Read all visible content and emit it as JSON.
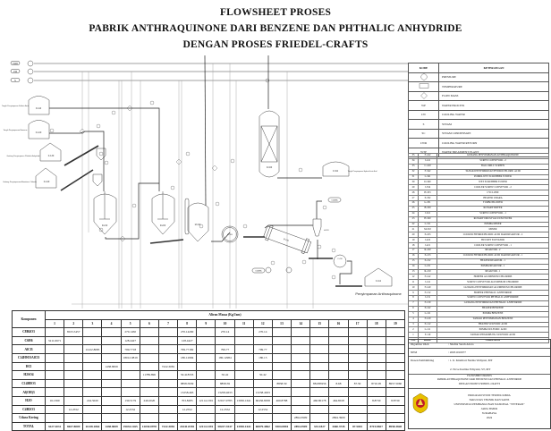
{
  "title": {
    "line1": "FLOWSHEET PROSES",
    "line2": "PABRIK ANTHRAQUINONE DARI BENZENE DAN PHTHALIC ANHYDRIDE",
    "line3": "DENGAN PROSES FRIEDEL-CRAFTS"
  },
  "utilities": [
    "CWR",
    "CW",
    "S"
  ],
  "diagram_labels": {
    "f110": "F-110",
    "f120": "F-120",
    "f130": "F-130",
    "f140": "F-140",
    "r210": "R-210",
    "r220": "R-220",
    "m310": "M-310",
    "d340": "D-340",
    "f342": "F-342",
    "h320": "H-320",
    "b330": "B-330",
    "h333": "H-333",
    "c410": "C-410",
    "f412": "F-412",
    "udara1": "UDARA",
    "udara2": "UDARA",
    "tank1_desc": "Tangki Penyimpanan Sulfuric Acid",
    "tank2_desc": "Tangki Penyimpanan Benzene",
    "gudang1_desc": "Gudang Penyimpanan Phthalic Anhydride",
    "gudang2_desc": "Gudang Penyimpanan Aluminium Chloride",
    "tank3_desc": "Tangki Penyimpanan Hydrochloric Acid",
    "gudang3_desc": "Penyimpanan Anthraquinone"
  },
  "legend": {
    "header": {
      "kode": "KODE",
      "keterangan": "KETERANGAN"
    },
    "rows": [
      {
        "kode": "",
        "symbol": "circle",
        "ket": "PRESSURE"
      },
      {
        "kode": "",
        "symbol": "rectangle",
        "ket": "TEMPERATURE"
      },
      {
        "kode": "",
        "symbol": "diamond",
        "ket": "FLOW MASS"
      },
      {
        "kode": "WP",
        "ket": "WATER PROCESS"
      },
      {
        "kode": "CW",
        "ket": "COOLING WATER"
      },
      {
        "kode": "S",
        "ket": "STEAM"
      },
      {
        "kode": "SC",
        "ket": "STEAM CONDENSATE"
      },
      {
        "kode": "CWR",
        "ket": "COOLING WATER RETURN"
      },
      {
        "kode": "WTP",
        "ket": "WATER TREATMENT PLANT"
      }
    ]
  },
  "equipment": {
    "rows": [
      [
        "35",
        "F-412",
        "GUDANG PENYIMPANAN ANTHRAQUINONE"
      ],
      [
        "34",
        "J-411",
        "SCREW CONVEYOR - 2"
      ],
      [
        "33",
        "C-410",
        "BALL MILL SCREEN"
      ],
      [
        "32",
        "F-342",
        "TANGKI PENYIMPANAN HYDROCHLORIC ACID"
      ],
      [
        "31",
        "L-341",
        "POMPA WET SCRUBBER TOWER"
      ],
      [
        "30",
        "D-340",
        "WET SCRUBBER TOWER"
      ],
      [
        "29",
        "J-334",
        "COOLER SCREW CONVEYOR - 2"
      ],
      [
        "28",
        "H-333",
        "CYCLONE"
      ],
      [
        "27",
        "E-332",
        "HEATER UDARA"
      ],
      [
        "26",
        "G-331",
        "TURBO BLOWER"
      ],
      [
        "25",
        "B-330",
        "ROTARY DRYER"
      ],
      [
        "24",
        "J-321",
        "SCREW CONVEYOR - 1"
      ],
      [
        "23",
        "H-320",
        "ROTARY DRUM VACUUM FILTER"
      ],
      [
        "22",
        "L-311",
        "POMPA MIXER"
      ],
      [
        "21",
        "M-310",
        "MIXER"
      ],
      [
        "20",
        "E-223",
        "COOLER HYDROCHLORIC ACID DARI REAKTOR - 2"
      ],
      [
        "19",
        "J-222",
        "BUCKET ELEVATOR"
      ],
      [
        "18",
        "J-221",
        "COOLER SCREW CONVEYOR - 1"
      ],
      [
        "17",
        "R-220",
        "REAKTOR - 2"
      ],
      [
        "16",
        "E-213",
        "COOLER HYDROCHLORIC ACID DARI REAKTOR - 1"
      ],
      [
        "15",
        "E-212",
        "HEATER REAKTOR - 1"
      ],
      [
        "14",
        "L-211",
        "POMPA REAKTOR - 1"
      ],
      [
        "13",
        "R-210",
        "REAKTOR - 1"
      ],
      [
        "12",
        "F-142",
        "HOPPER ALUMINIUM CHLORIDE"
      ],
      [
        "11",
        "J-141",
        "SCREW CONVEYOR ALUMINIUM CHLORIDE"
      ],
      [
        "10",
        "F-140",
        "GUDANG PENYIMPANAN ALUMINIUM CHLORIDE"
      ],
      [
        "9",
        "F-132",
        "HOPPER PHTHALIC ANHYDRIDE"
      ],
      [
        "8",
        "J-131",
        "SCREW CONVEYOR PHTHALIC ANHYDRIDE"
      ],
      [
        "7",
        "F-130",
        "GUDANG PENYIMPANAN PHTHALIC ANHYDRIDE"
      ],
      [
        "6",
        "E-122",
        "HEATER BENZENE"
      ],
      [
        "5",
        "L-121",
        "POMPA BENZENE"
      ],
      [
        "4",
        "F-120",
        "TANGKI PENYIMPANAN BENZENE"
      ],
      [
        "3",
        "E-112",
        "HEATER SULFURIC ACID"
      ],
      [
        "2",
        "L-111",
        "POMPA SULFURIC ACID"
      ],
      [
        "1",
        "F-110",
        "TANGKI PENAMPUNG SULFURIC ACID"
      ]
    ],
    "footer": [
      "NO.",
      "KODE",
      "NAMA ALAT"
    ]
  },
  "info": {
    "drawn_by_label": "Digambar Oleh",
    "drawn_by": ": Shafira Sarah Adora",
    "npm_label": "NPM",
    "npm": ": 20031010077",
    "advisor_label": "Dosen Pembimbing",
    "advisor1": ": 1. Ir. Kindriari Nurma Wahyusi, MT",
    "advisor2": "2. Nove Kartika Erliyanti, ST, MT",
    "doc1": "FLOWSHEET PROSES",
    "doc2": "PABRIK ANTHRAQUINONE DARI BENZENE DAN PHTHALIC ANHYDRIDE",
    "doc3": "DENGAN PROSES FRIEDEL-CRAFTS",
    "inst1": "PROGRAM STUDI TEKNIK KIMIA",
    "inst2": "FAKULTAS TEKNIK DAN SAINS",
    "inst3": "UNIVERSITAS PEMBANGUNAN NASIONAL \"VETERAN\"",
    "inst4": "JAWA TIMUR",
    "inst5": "SURABAYA",
    "inst6": "2024",
    "logo_colors": {
      "outer": "#e8c000",
      "inner": "#c0182a"
    }
  },
  "mass_table": {
    "komponen_label": "Komponen",
    "aliran_label": "Aliran Massa (Kg/Jam)",
    "streams": [
      "1",
      "2",
      "3",
      "4",
      "5",
      "6",
      "7",
      "8",
      "9",
      "10",
      "11",
      "12",
      "13",
      "14",
      "15",
      "16",
      "17",
      "18",
      "19"
    ],
    "rows": [
      {
        "name": "C8H4O3",
        "values": [
          "",
          "8015.5457",
          "",
          "",
          "270.1450",
          "",
          "",
          "270.14290",
          "",
          "270.14",
          "",
          "270.14",
          "",
          "",
          "",
          "",
          "",
          "",
          ""
        ]
      },
      {
        "name": "C6H6",
        "values": [
          "3211.0671",
          "",
          "",
          "",
          "128.4427",
          "",
          "",
          "128.4427",
          "",
          "",
          "",
          "",
          "",
          "",
          "",
          "",
          "",
          "",
          ""
        ]
      },
      {
        "name": "AlCl3",
        "values": [
          "",
          "",
          "11222.8085",
          "",
          "799.7718",
          "",
          "",
          "799.77182",
          "",
          "799.77",
          "",
          "799.77",
          "",
          "",
          "",
          "",
          "",
          "",
          ""
        ]
      },
      {
        "name": "C14H9O3AlCl3",
        "values": [
          "",
          "",
          "",
          "",
          "18012.9819",
          "",
          "",
          "180.12984",
          "",
          "180.12984",
          "",
          "180.13",
          "",
          "",
          "",
          "",
          "",
          "",
          ""
        ]
      },
      {
        "name": "HCl",
        "values": [
          "",
          "",
          "",
          "1438.8659",
          "",
          "",
          "7222.3081",
          "",
          "",
          "",
          "",
          "",
          "",
          "",
          "",
          "",
          "",
          "",
          ""
        ]
      },
      {
        "name": "H2SO4",
        "values": [
          "",
          "",
          "",
          "",
          "",
          "11789.896",
          "",
          "50.418333",
          "",
          "50.42",
          "",
          "50.42",
          "",
          "",
          "",
          "",
          "",
          "",
          ""
        ]
      },
      {
        "name": "C14H8O3",
        "values": [
          "",
          "",
          "",
          "",
          "",
          "",
          "",
          "8858.5939",
          "",
          "8858.59",
          "",
          "",
          "8858.59",
          "",
          "88.085956",
          "8.68",
          "87.50",
          "8710.05",
          "8957.5060"
        ]
      },
      {
        "name": "Al(OH)3",
        "values": [
          "",
          "",
          "",
          "",
          "",
          "",
          "",
          "13258.463",
          "",
          "13258.4633",
          "",
          "13258.4633",
          "",
          "",
          "",
          "",
          "",
          "",
          ""
        ]
      },
      {
        "name": "H2O",
        "values": [
          "16.1360",
          "",
          "224.5020",
          "",
          "130.5179",
          "240.2020",
          "",
          "703.8285",
          "12114.1391",
          "32017.9785",
          "13930.1641",
          "60456.8058",
          "460.8788",
          "",
          "460.80178",
          "464.8018",
          "",
          "8.8730",
          "8.8730"
        ]
      },
      {
        "name": "C4H2O3",
        "values": [
          "",
          "12.2552",
          "",
          "",
          "12.2552",
          "",
          "",
          "12.2552",
          "",
          "12.2552",
          "",
          "12.2552",
          "",
          "",
          "",
          "",
          "",
          "",
          ""
        ]
      },
      {
        "name": "Udara Kering",
        "values": [
          "",
          "",
          "",
          "",
          "",
          "",
          "",
          "",
          "",
          "",
          "",
          "",
          "",
          "2894.3909",
          "",
          "2894.3909",
          "",
          "",
          ""
        ]
      },
      {
        "name": "TOTAL",
        "values": [
          "3227.2031",
          "8027.8009",
          "11438.1864",
          "1438.8659",
          "19034.1265",
          "12030.0978",
          "7222.3081",
          "24241.8392",
          "12114.1391",
          "58227.3547",
          "13930.1641",
          "60879.4862",
          "9304.0894",
          "2894.3909",
          "333.1827",
          "3460.3745",
          "87.5001",
          "8719.8827",
          "8958.3828"
        ]
      }
    ]
  }
}
